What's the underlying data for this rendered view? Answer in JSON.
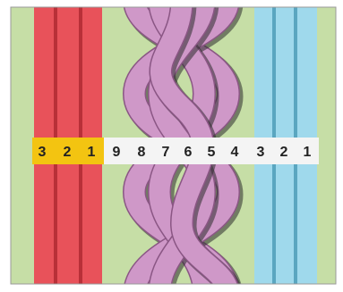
{
  "colors": {
    "red_strand": "#e8525a",
    "red_dark": "#b83038",
    "cable_strand": "#cf98c8",
    "cable_edge": "#8a5684",
    "blue_strand": "#9fd9ec",
    "blue_dark": "#5aa6c0",
    "green_background": "#c6dea6",
    "label_band_white": "#f4f4f4",
    "label_band_yellow": "#f3c411",
    "shadow": "#2c2c2c"
  },
  "label_band": {
    "left_group": [
      "3",
      "2",
      "1"
    ],
    "cable_group": [
      "9",
      "8",
      "7",
      "6",
      "5",
      "4"
    ],
    "right_group": [
      "3",
      "2",
      "1"
    ]
  }
}
